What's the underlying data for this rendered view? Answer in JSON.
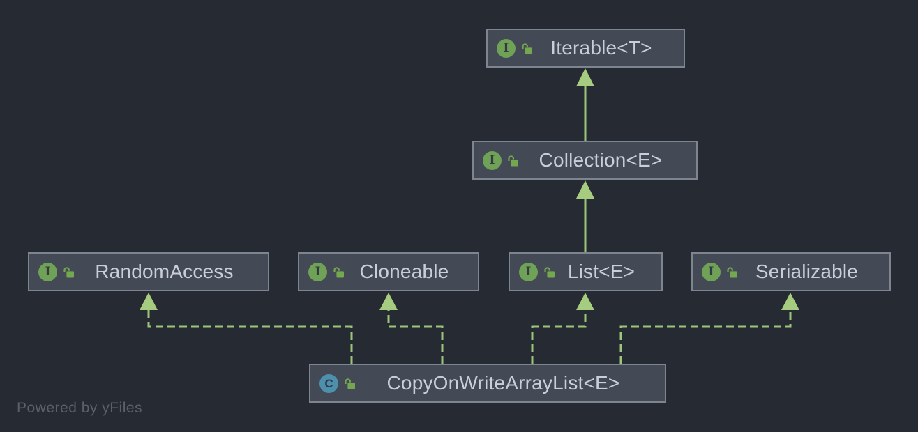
{
  "icons": {
    "interface_letter": "I",
    "class_letter": "C"
  },
  "watermark": "Powered by yFiles",
  "nodes": [
    {
      "id": "iterable",
      "label": "Iterable<T>",
      "kind": "interface",
      "visibility": "public"
    },
    {
      "id": "collection",
      "label": "Collection<E>",
      "kind": "interface",
      "visibility": "public"
    },
    {
      "id": "random-access",
      "label": "RandomAccess",
      "kind": "interface",
      "visibility": "public"
    },
    {
      "id": "cloneable",
      "label": "Cloneable",
      "kind": "interface",
      "visibility": "public"
    },
    {
      "id": "list",
      "label": "List<E>",
      "kind": "interface",
      "visibility": "public"
    },
    {
      "id": "serializable",
      "label": "Serializable",
      "kind": "interface",
      "visibility": "public"
    },
    {
      "id": "copy-on-write-array-list",
      "label": "CopyOnWriteArrayList<E>",
      "kind": "class",
      "visibility": "public"
    }
  ],
  "edges": [
    {
      "from": "Collection<E>",
      "to": "Iterable<T>",
      "relation": "extends",
      "line": "solid"
    },
    {
      "from": "List<E>",
      "to": "Collection<E>",
      "relation": "extends",
      "line": "solid"
    },
    {
      "from": "CopyOnWriteArrayList<E>",
      "to": "RandomAccess",
      "relation": "implements",
      "line": "dashed"
    },
    {
      "from": "CopyOnWriteArrayList<E>",
      "to": "Cloneable",
      "relation": "implements",
      "line": "dashed"
    },
    {
      "from": "CopyOnWriteArrayList<E>",
      "to": "List<E>",
      "relation": "implements",
      "line": "dashed"
    },
    {
      "from": "CopyOnWriteArrayList<E>",
      "to": "Serializable",
      "relation": "implements",
      "line": "dashed"
    }
  ],
  "colors": {
    "background": "#262a32",
    "node_fill": "#434955",
    "node_border": "#7e858f",
    "node_text": "#c9ced8",
    "interface_icon_green": "#6fa156",
    "class_icon_blue": "#4d90ae",
    "lock_icon_green": "#74a74f",
    "edge_green": "#9cc57b",
    "arrowhead_green": "#a6cc80",
    "watermark_text": "#5c6168"
  }
}
